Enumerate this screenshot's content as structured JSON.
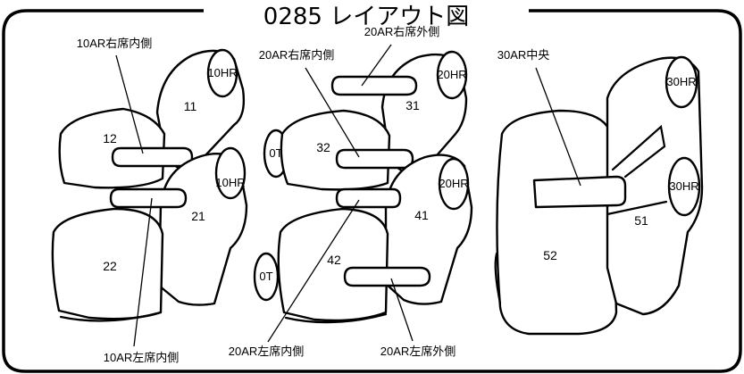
{
  "title": "0285 レイアウト図",
  "callouts": {
    "r1_right_inner": "10AR右席内側",
    "r1_left_inner": "10AR左席内側",
    "r2_right_inner": "20AR右席内側",
    "r2_right_outer": "20AR右席外側",
    "r2_left_inner": "20AR左席内側",
    "r2_left_outer": "20AR左席外側",
    "r3_center": "30AR中央"
  },
  "seats": {
    "s11": "11",
    "s12": "12",
    "s21": "21",
    "s22": "22",
    "s31": "31",
    "s32": "32",
    "s41": "41",
    "s42": "42",
    "s51": "51",
    "s52": "52"
  },
  "headrests": {
    "h10_top": "10HR",
    "h10_bot": "10HR",
    "h20_top": "20HR",
    "h20_bot": "20HR",
    "h30_top": "30HR",
    "h30_bot": "30HR"
  },
  "ot": {
    "top": "0T",
    "bottom": "0T"
  },
  "colors": {
    "line": "#000000",
    "background": "#ffffff"
  }
}
